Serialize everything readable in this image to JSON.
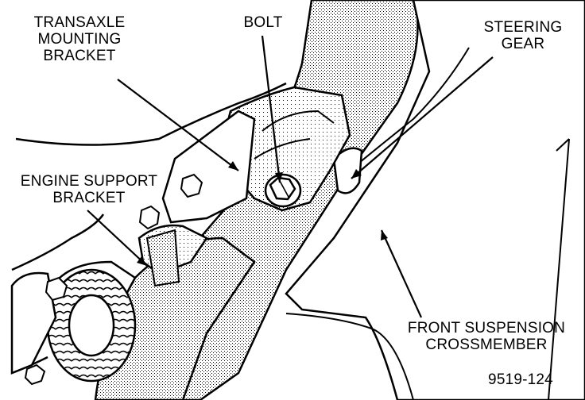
{
  "figure": {
    "labels": {
      "transaxle_bracket": [
        "TRANSAXLE",
        "MOUNTING",
        "BRACKET"
      ],
      "bolt": [
        "BOLT"
      ],
      "steering_gear": [
        "STEERING",
        "GEAR"
      ],
      "engine_support": [
        "ENGINE SUPPORT",
        "BRACKET"
      ],
      "crossmember": [
        "FRONT SUSPENSION",
        "CROSSMEMBER"
      ]
    },
    "figure_number": "9519-124"
  }
}
